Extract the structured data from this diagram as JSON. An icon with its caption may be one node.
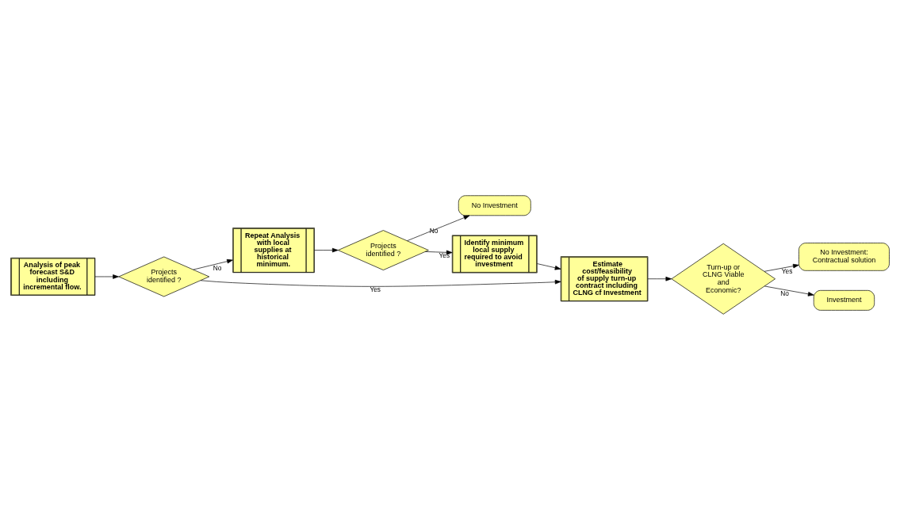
{
  "diagram": {
    "nodes": [
      {
        "text": [
          "Analysis of peak forecast S&D including incremental flow."
        ]
      },
      {
        "text": [
          "Projects identified ?"
        ]
      },
      {
        "text": [
          "Repeat Analysis with local supplies at historical minimum."
        ]
      },
      {
        "text": [
          "Projects identified ?"
        ]
      },
      {
        "text": [
          "No Investment"
        ]
      },
      {
        "text": [
          "Identify minimum local supply required to avoid investment"
        ]
      },
      {
        "text": [
          "No Investment: Contractual solution"
        ]
      },
      {
        "text": [
          "Estimate cost/feasibility of supply turn-up contract including CLNG cf Investment"
        ]
      },
      {
        "text": [
          "Turn-up or CLNG Viable and Economic?"
        ]
      },
      {
        "text": [
          "Investment"
        ]
      }
    ],
    "edges": [
      {
        "from": 0,
        "to": 1,
        "arrow": "to"
      },
      {
        "from": 1,
        "to": 2,
        "arrow": "to",
        "label": "No"
      },
      {
        "from": 1,
        "to": 7,
        "arrow": "to",
        "label": "Yes"
      },
      {
        "from": 2,
        "to": 3,
        "arrow": "to"
      },
      {
        "from": 3,
        "to": 4,
        "arrow": "to",
        "label": "No"
      },
      {
        "from": 3,
        "to": 5,
        "arrow": "to",
        "label": "Yes"
      },
      {
        "from": 5,
        "to": 7,
        "arrow": "to"
      },
      {
        "from": 7,
        "to": 8,
        "arrow": "to"
      },
      {
        "from": 8,
        "to": 6,
        "arrow": "to",
        "label": "Yes"
      },
      {
        "from": 8,
        "to": 9,
        "arrow": "to",
        "label": "No"
      }
    ]
  }
}
